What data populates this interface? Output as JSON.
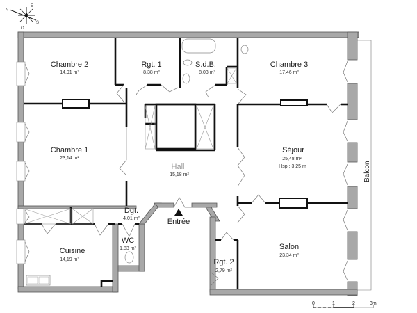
{
  "plan": {
    "compass": {
      "n": "N",
      "e": "E",
      "s": "S",
      "w": "O"
    },
    "rooms": {
      "chambre2": {
        "name": "Chambre 2",
        "area": "14,91 m²"
      },
      "rgt1": {
        "name": "Rgt. 1",
        "area": "8,38 m²"
      },
      "sdb": {
        "name": "S.d.B.",
        "area": "8,03 m²"
      },
      "chambre3": {
        "name": "Chambre 3",
        "area": "17,46 m²"
      },
      "chambre1": {
        "name": "Chambre 1",
        "area": "23,14 m²"
      },
      "hall": {
        "name": "Hall",
        "area": "15,18 m²"
      },
      "sejour": {
        "name": "Séjour",
        "area": "25,48 m²",
        "height": "Hsp : 3,25 m"
      },
      "dgt": {
        "name": "Dgt.",
        "area": "4,01 m²"
      },
      "wc": {
        "name": "WC",
        "area": "1,83 m²"
      },
      "cuisine": {
        "name": "Cuisine",
        "area": "14,19 m²"
      },
      "rgt2": {
        "name": "Rgt. 2",
        "area": "2,79 m²"
      },
      "salon": {
        "name": "Salon",
        "area": "23,34 m²"
      }
    },
    "entrance": {
      "label": "Entrée"
    },
    "balcony": {
      "label": "Balcon"
    },
    "scale": {
      "ticks": [
        "0",
        "1",
        "2",
        "3m"
      ]
    }
  }
}
